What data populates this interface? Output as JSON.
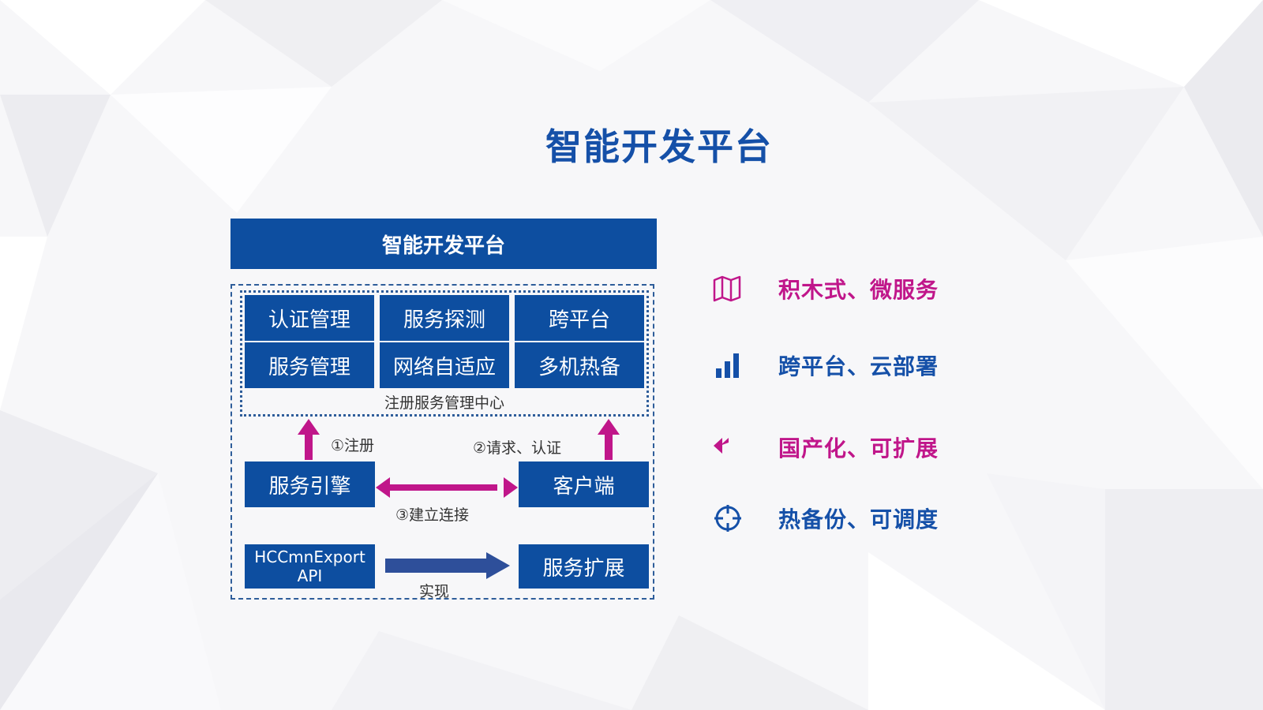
{
  "title": "智能开发平台",
  "diagram": {
    "header": "智能开发平台",
    "grid_cells": [
      "认证管理",
      "服务探测",
      "跨平台",
      "服务管理",
      "网络自适应",
      "多机热备"
    ],
    "center_label": "注册服务管理中心",
    "register_label": "①注册",
    "request_label": "②请求、认证",
    "connect_label": "③建立连接",
    "implement_label": "实现",
    "engine": "服务引擎",
    "client": "客户端",
    "api_line1": "HCCmnExport",
    "api_line2": "API",
    "extension": "服务扩展"
  },
  "features": [
    {
      "icon": "map-icon",
      "text": "积木式、微服务",
      "color": "#c0168a"
    },
    {
      "icon": "bar-chart-icon",
      "text": "跨平台、云部署",
      "color": "#1550a8"
    },
    {
      "icon": "reply-all-icon",
      "text": "国产化、可扩展",
      "color": "#c0168a"
    },
    {
      "icon": "crosshair-icon",
      "text": "热备份、可调度",
      "color": "#1550a8"
    }
  ],
  "colors": {
    "primary_blue": "#0d4ea0",
    "accent_magenta": "#c0168a",
    "title_blue": "#1550a8"
  }
}
